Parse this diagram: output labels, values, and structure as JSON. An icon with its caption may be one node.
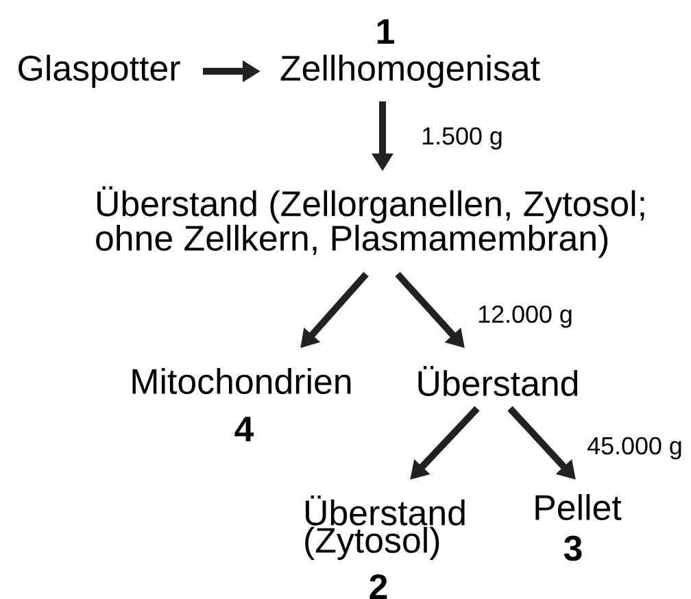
{
  "diagram": {
    "nodes": [
      {
        "text": [
          "Glaspotter"
        ]
      },
      {
        "text": [
          "Zellhomogenisat"
        ],
        "beside": [
          "1"
        ]
      },
      {
        "text": [
          "Überstand (Zellorganellen, Zytosol; ohne Zellkern, Plasmamembran)"
        ]
      },
      {
        "text": [
          "Mitochondrien"
        ],
        "beside": [
          "4"
        ]
      },
      {
        "text": [
          "Überstand"
        ]
      },
      {
        "text": [
          "Überstand (Zytosol)"
        ],
        "beside": [
          "2"
        ]
      },
      {
        "text": [
          "Pellet"
        ],
        "beside": [
          "3"
        ]
      }
    ],
    "edges": [
      {
        "from": 0,
        "to": 1,
        "arrow": "to"
      },
      {
        "from": 1,
        "to": 2,
        "arrow": "to",
        "label": "1.500 g"
      },
      {
        "from": 2,
        "to": 3,
        "arrow": "to"
      },
      {
        "from": 2,
        "to": 4,
        "arrow": "to",
        "label": "12.000 g"
      },
      {
        "from": 4,
        "to": 5,
        "arrow": "to"
      },
      {
        "from": 4,
        "to": 6,
        "arrow": "to",
        "label": "45.000 g"
      }
    ]
  }
}
